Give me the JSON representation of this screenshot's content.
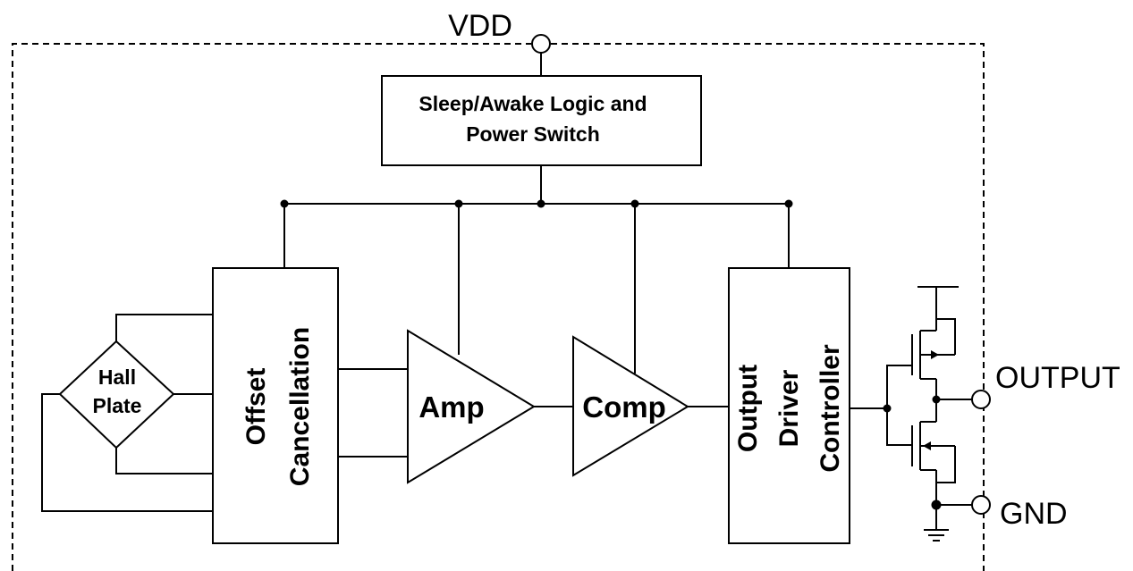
{
  "pins": {
    "vdd": "VDD",
    "output": "OUTPUT",
    "gnd": "GND"
  },
  "blocks": {
    "sleep_logic": {
      "line1": "Sleep/Awake Logic and",
      "line2": "Power Switch"
    },
    "hall_plate": {
      "line1": "Hall",
      "line2": "Plate"
    },
    "offset_cancellation": {
      "line1": "Offset",
      "line2": "Cancellation"
    },
    "amp": "Amp",
    "comp": "Comp",
    "output_driver": {
      "line1": "Output",
      "line2": "Driver",
      "line3": "Controller"
    }
  }
}
